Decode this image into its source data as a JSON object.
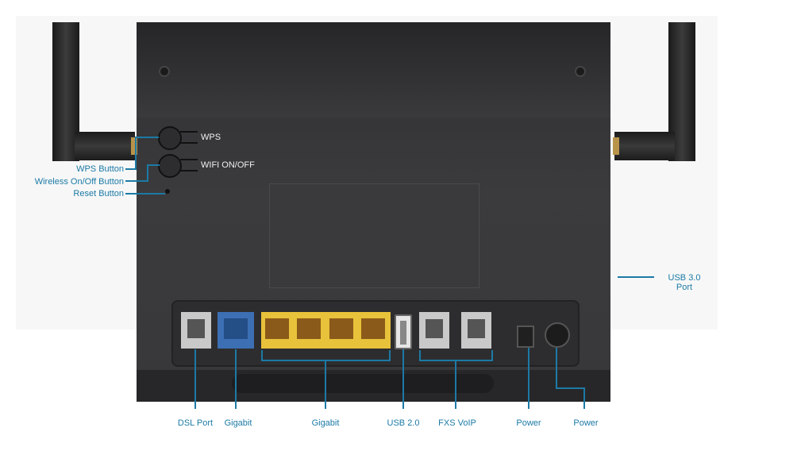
{
  "device": {
    "wps_text": "WPS",
    "wifi_text": "WIFI ON/OFF"
  },
  "callouts": {
    "wps_button": "WPS Button",
    "wireless_onoff_button": "Wireless On/Off Button",
    "reset_button": "Reset Button",
    "usb30_line1": "USB 3.0",
    "usb30_line2": "Port",
    "dsl_port": "DSL Port",
    "gigabit_wan": "Gigabit",
    "gigabit_lan": "Gigabit",
    "usb20": "USB 2.0",
    "fxs_voip": "FXS VoIP",
    "power_dc": "Power",
    "power_switch": "Power"
  },
  "colors": {
    "callout": "#1c7aa6",
    "router_body": "#38383a",
    "wan_port": "#3d6fb4",
    "lan_ports": "#e8c23a"
  }
}
